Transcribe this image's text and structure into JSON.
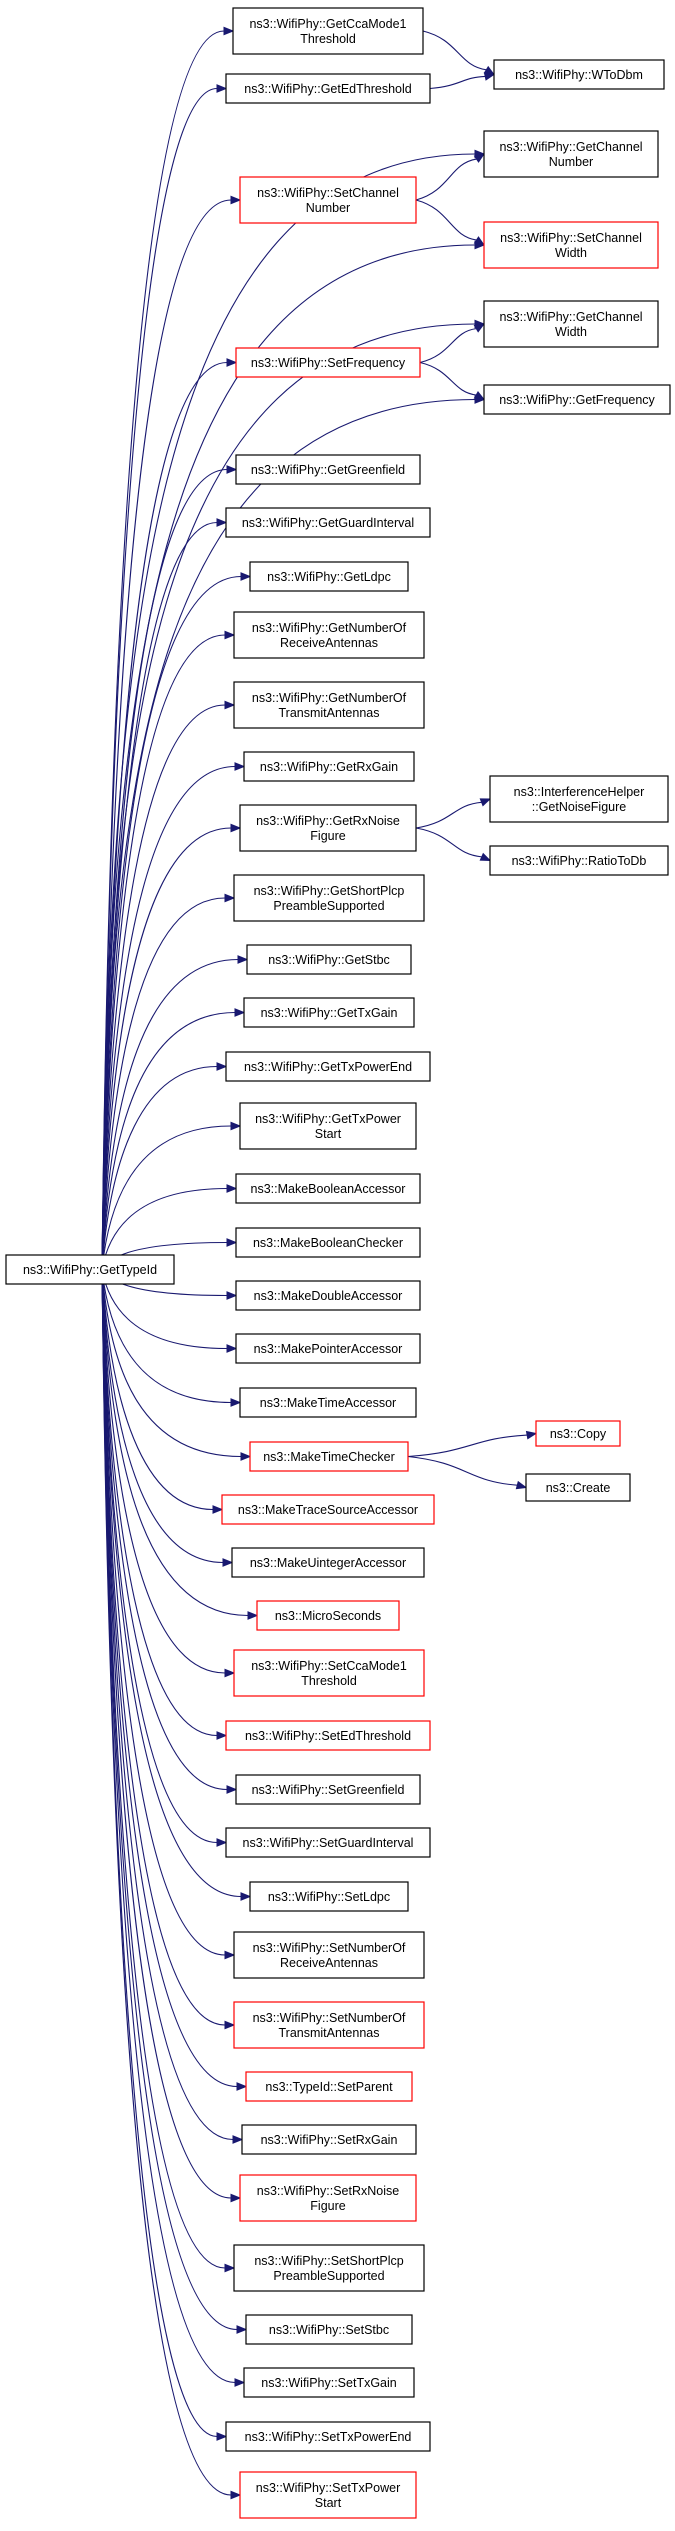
{
  "colors": {
    "edge": "#191970",
    "border_normal": "#000000",
    "border_truncated": "#ff0000",
    "root_fill": "#bfbfbf",
    "node_fill": "#ffffff"
  },
  "root": {
    "id": "root",
    "lines": [
      "ns3::WifiPhy::GetTypeId"
    ]
  },
  "nodes": [
    {
      "id": "GetCcaMode1Threshold",
      "lines": [
        "ns3::WifiPhy::GetCcaMode1",
        "Threshold"
      ],
      "red": false
    },
    {
      "id": "GetEdThreshold",
      "lines": [
        "ns3::WifiPhy::GetEdThreshold"
      ],
      "red": false
    },
    {
      "id": "WToDbm",
      "lines": [
        "ns3::WifiPhy::WToDbm"
      ],
      "red": false
    },
    {
      "id": "GetChannelNumber",
      "lines": [
        "ns3::WifiPhy::GetChannel",
        "Number"
      ],
      "red": false
    },
    {
      "id": "SetChannelNumber",
      "lines": [
        "ns3::WifiPhy::SetChannel",
        "Number"
      ],
      "red": true
    },
    {
      "id": "SetChannelWidth",
      "lines": [
        "ns3::WifiPhy::SetChannel",
        "Width"
      ],
      "red": true
    },
    {
      "id": "GetChannelWidth",
      "lines": [
        "ns3::WifiPhy::GetChannel",
        "Width"
      ],
      "red": false
    },
    {
      "id": "SetFrequency",
      "lines": [
        "ns3::WifiPhy::SetFrequency"
      ],
      "red": true
    },
    {
      "id": "GetFrequency",
      "lines": [
        "ns3::WifiPhy::GetFrequency"
      ],
      "red": false
    },
    {
      "id": "GetGreenfield",
      "lines": [
        "ns3::WifiPhy::GetGreenfield"
      ],
      "red": false
    },
    {
      "id": "GetGuardInterval",
      "lines": [
        "ns3::WifiPhy::GetGuardInterval"
      ],
      "red": false
    },
    {
      "id": "GetLdpc",
      "lines": [
        "ns3::WifiPhy::GetLdpc"
      ],
      "red": false
    },
    {
      "id": "GetNumberOfReceiveAntennas",
      "lines": [
        "ns3::WifiPhy::GetNumberOf",
        "ReceiveAntennas"
      ],
      "red": false
    },
    {
      "id": "GetNumberOfTransmitAntennas",
      "lines": [
        "ns3::WifiPhy::GetNumberOf",
        "TransmitAntennas"
      ],
      "red": false
    },
    {
      "id": "GetRxGain",
      "lines": [
        "ns3::WifiPhy::GetRxGain"
      ],
      "red": false
    },
    {
      "id": "GetRxNoiseFigure",
      "lines": [
        "ns3::WifiPhy::GetRxNoise",
        "Figure"
      ],
      "red": false
    },
    {
      "id": "InterferenceGetNoiseFigure",
      "lines": [
        "ns3::InterferenceHelper",
        "::GetNoiseFigure"
      ],
      "red": false
    },
    {
      "id": "RatioToDb",
      "lines": [
        "ns3::WifiPhy::RatioToDb"
      ],
      "red": false
    },
    {
      "id": "GetShortPlcpPreambleSupported",
      "lines": [
        "ns3::WifiPhy::GetShortPlcp",
        "PreambleSupported"
      ],
      "red": false
    },
    {
      "id": "GetStbc",
      "lines": [
        "ns3::WifiPhy::GetStbc"
      ],
      "red": false
    },
    {
      "id": "GetTxGain",
      "lines": [
        "ns3::WifiPhy::GetTxGain"
      ],
      "red": false
    },
    {
      "id": "GetTxPowerEnd",
      "lines": [
        "ns3::WifiPhy::GetTxPowerEnd"
      ],
      "red": false
    },
    {
      "id": "GetTxPowerStart",
      "lines": [
        "ns3::WifiPhy::GetTxPower",
        "Start"
      ],
      "red": false
    },
    {
      "id": "MakeBooleanAccessor",
      "lines": [
        "ns3::MakeBooleanAccessor"
      ],
      "red": false
    },
    {
      "id": "MakeBooleanChecker",
      "lines": [
        "ns3::MakeBooleanChecker"
      ],
      "red": false
    },
    {
      "id": "MakeDoubleAccessor",
      "lines": [
        "ns3::MakeDoubleAccessor"
      ],
      "red": false
    },
    {
      "id": "MakePointerAccessor",
      "lines": [
        "ns3::MakePointerAccessor"
      ],
      "red": false
    },
    {
      "id": "MakeTimeAccessor",
      "lines": [
        "ns3::MakeTimeAccessor"
      ],
      "red": false
    },
    {
      "id": "MakeTimeChecker",
      "lines": [
        "ns3::MakeTimeChecker"
      ],
      "red": true
    },
    {
      "id": "Copy",
      "lines": [
        "ns3::Copy"
      ],
      "red": true
    },
    {
      "id": "Create",
      "lines": [
        "ns3::Create"
      ],
      "red": false
    },
    {
      "id": "MakeTraceSourceAccessor",
      "lines": [
        "ns3::MakeTraceSourceAccessor"
      ],
      "red": true
    },
    {
      "id": "MakeUintegerAccessor",
      "lines": [
        "ns3::MakeUintegerAccessor"
      ],
      "red": false
    },
    {
      "id": "MicroSeconds",
      "lines": [
        "ns3::MicroSeconds"
      ],
      "red": true
    },
    {
      "id": "SetCcaMode1Threshold",
      "lines": [
        "ns3::WifiPhy::SetCcaMode1",
        "Threshold"
      ],
      "red": true
    },
    {
      "id": "SetEdThreshold",
      "lines": [
        "ns3::WifiPhy::SetEdThreshold"
      ],
      "red": true
    },
    {
      "id": "SetGreenfield",
      "lines": [
        "ns3::WifiPhy::SetGreenfield"
      ],
      "red": false
    },
    {
      "id": "SetGuardInterval",
      "lines": [
        "ns3::WifiPhy::SetGuardInterval"
      ],
      "red": false
    },
    {
      "id": "SetLdpc",
      "lines": [
        "ns3::WifiPhy::SetLdpc"
      ],
      "red": false
    },
    {
      "id": "SetNumberOfReceiveAntennas",
      "lines": [
        "ns3::WifiPhy::SetNumberOf",
        "ReceiveAntennas"
      ],
      "red": false
    },
    {
      "id": "SetNumberOfTransmitAntennas",
      "lines": [
        "ns3::WifiPhy::SetNumberOf",
        "TransmitAntennas"
      ],
      "red": true
    },
    {
      "id": "SetParent",
      "lines": [
        "ns3::TypeId::SetParent"
      ],
      "red": true
    },
    {
      "id": "SetRxGain",
      "lines": [
        "ns3::WifiPhy::SetRxGain"
      ],
      "red": false
    },
    {
      "id": "SetRxNoiseFigure",
      "lines": [
        "ns3::WifiPhy::SetRxNoise",
        "Figure"
      ],
      "red": true
    },
    {
      "id": "SetShortPlcpPreambleSupported",
      "lines": [
        "ns3::WifiPhy::SetShortPlcp",
        "PreambleSupported"
      ],
      "red": false
    },
    {
      "id": "SetStbc",
      "lines": [
        "ns3::WifiPhy::SetStbc"
      ],
      "red": false
    },
    {
      "id": "SetTxGain",
      "lines": [
        "ns3::WifiPhy::SetTxGain"
      ],
      "red": false
    },
    {
      "id": "SetTxPowerEnd",
      "lines": [
        "ns3::WifiPhy::SetTxPowerEnd"
      ],
      "red": false
    },
    {
      "id": "SetTxPowerStart",
      "lines": [
        "ns3::WifiPhy::SetTxPower",
        "Start"
      ],
      "red": true
    }
  ],
  "edges": [
    [
      "root",
      "GetCcaMode1Threshold"
    ],
    [
      "root",
      "GetEdThreshold"
    ],
    [
      "root",
      "GetChannelNumber"
    ],
    [
      "root",
      "SetChannelNumber"
    ],
    [
      "root",
      "SetChannelWidth"
    ],
    [
      "root",
      "GetChannelWidth"
    ],
    [
      "root",
      "SetFrequency"
    ],
    [
      "root",
      "GetFrequency"
    ],
    [
      "root",
      "GetGreenfield"
    ],
    [
      "root",
      "GetGuardInterval"
    ],
    [
      "root",
      "GetLdpc"
    ],
    [
      "root",
      "GetNumberOfReceiveAntennas"
    ],
    [
      "root",
      "GetNumberOfTransmitAntennas"
    ],
    [
      "root",
      "GetRxGain"
    ],
    [
      "root",
      "GetRxNoiseFigure"
    ],
    [
      "root",
      "GetShortPlcpPreambleSupported"
    ],
    [
      "root",
      "GetStbc"
    ],
    [
      "root",
      "GetTxGain"
    ],
    [
      "root",
      "GetTxPowerEnd"
    ],
    [
      "root",
      "GetTxPowerStart"
    ],
    [
      "root",
      "MakeBooleanAccessor"
    ],
    [
      "root",
      "MakeBooleanChecker"
    ],
    [
      "root",
      "MakeDoubleAccessor"
    ],
    [
      "root",
      "MakePointerAccessor"
    ],
    [
      "root",
      "MakeTimeAccessor"
    ],
    [
      "root",
      "MakeTimeChecker"
    ],
    [
      "root",
      "MakeTraceSourceAccessor"
    ],
    [
      "root",
      "MakeUintegerAccessor"
    ],
    [
      "root",
      "MicroSeconds"
    ],
    [
      "root",
      "SetCcaMode1Threshold"
    ],
    [
      "root",
      "SetEdThreshold"
    ],
    [
      "root",
      "SetGreenfield"
    ],
    [
      "root",
      "SetGuardInterval"
    ],
    [
      "root",
      "SetLdpc"
    ],
    [
      "root",
      "SetNumberOfReceiveAntennas"
    ],
    [
      "root",
      "SetNumberOfTransmitAntennas"
    ],
    [
      "root",
      "SetParent"
    ],
    [
      "root",
      "SetRxGain"
    ],
    [
      "root",
      "SetRxNoiseFigure"
    ],
    [
      "root",
      "SetShortPlcpPreambleSupported"
    ],
    [
      "root",
      "SetStbc"
    ],
    [
      "root",
      "SetTxGain"
    ],
    [
      "root",
      "SetTxPowerEnd"
    ],
    [
      "root",
      "SetTxPowerStart"
    ],
    [
      "GetCcaMode1Threshold",
      "WToDbm"
    ],
    [
      "GetEdThreshold",
      "WToDbm"
    ],
    [
      "SetChannelNumber",
      "GetChannelNumber"
    ],
    [
      "SetChannelNumber",
      "SetChannelWidth"
    ],
    [
      "SetFrequency",
      "GetChannelWidth"
    ],
    [
      "SetFrequency",
      "GetFrequency"
    ],
    [
      "GetRxNoiseFigure",
      "InterferenceGetNoiseFigure"
    ],
    [
      "GetRxNoiseFigure",
      "RatioToDb"
    ],
    [
      "MakeTimeChecker",
      "Copy"
    ],
    [
      "MakeTimeChecker",
      "Create"
    ]
  ]
}
